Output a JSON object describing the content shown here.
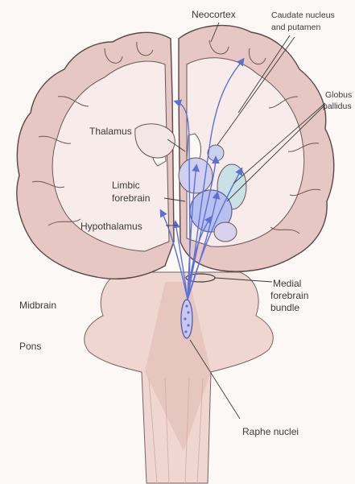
{
  "labels": {
    "neocortex": "Neocortex",
    "caudate_line1": "Caudate nucleus",
    "caudate_line2": "and putamen",
    "globus_line1": "Globus",
    "globus_line2": "pallidus",
    "thalamus": "Thalamus",
    "limbic_line1": "Limbic",
    "limbic_line2": "forebrain",
    "hypothalamus": "Hypothalamus",
    "mfb_line1": "Medial",
    "mfb_line2": "forebrain",
    "mfb_line3": "bundle",
    "midbrain": "Midbrain",
    "pons": "Pons",
    "raphe": "Raphe nuclei"
  },
  "colors": {
    "cortex_outer": "#e7c7c3",
    "cortex_inner": "#f7ece9",
    "outline": "#5a4747",
    "pathway": "#5a72d6",
    "pathway_fill": "#b9c0ee",
    "brainstem": "#efd6d0",
    "brainstem_dark": "#e0bdb5"
  }
}
